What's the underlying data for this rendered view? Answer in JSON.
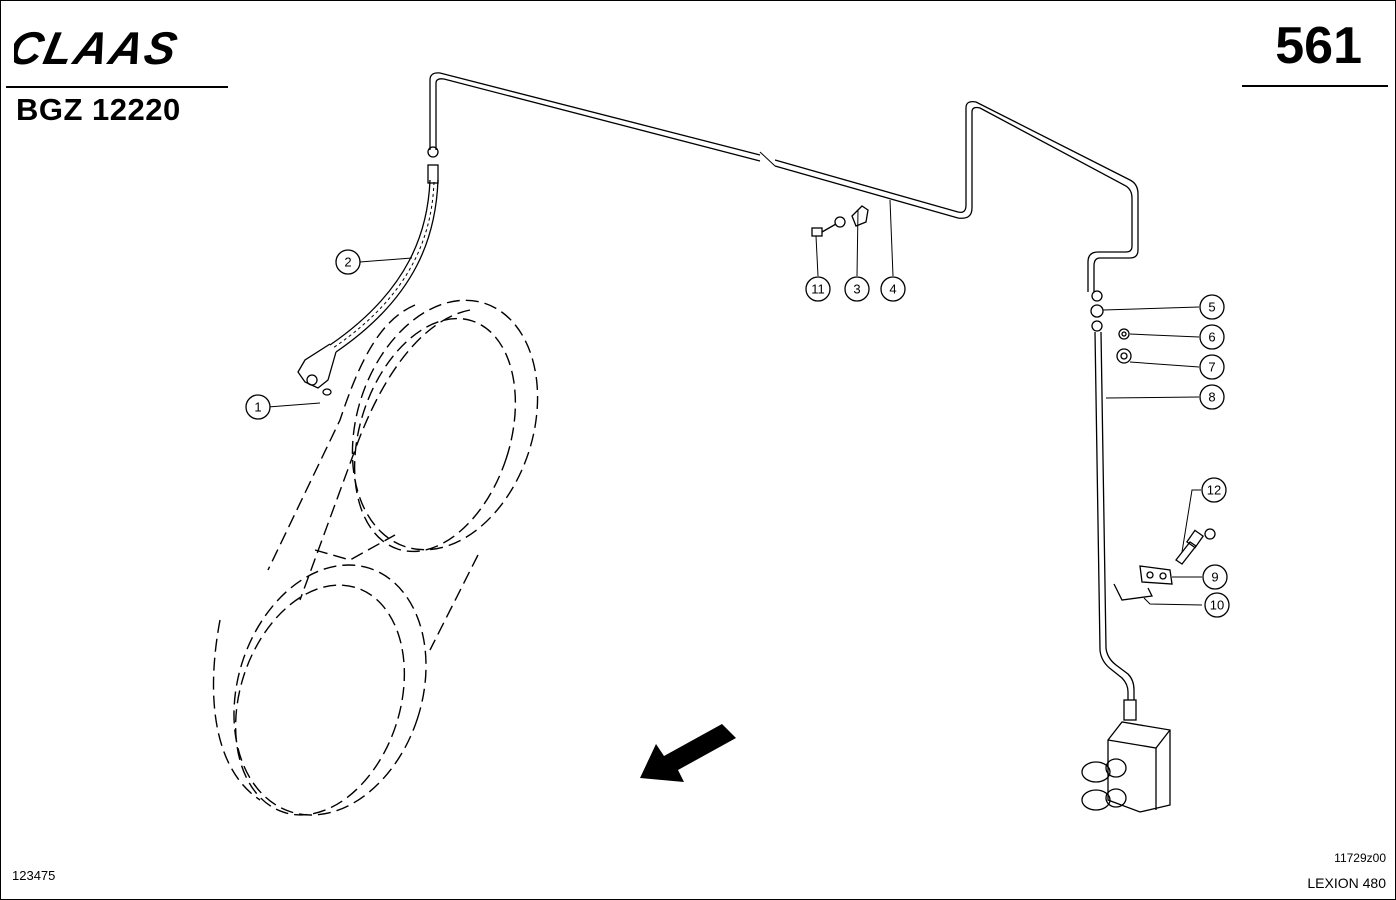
{
  "header": {
    "brand": "CLAAS",
    "doc_code": "BGZ 12220",
    "page_number": "561"
  },
  "footer": {
    "reference_left": "123475",
    "reference_right": "11729z00",
    "model": "LEXION 480"
  },
  "callouts": [
    "1",
    "2",
    "3",
    "4",
    "5",
    "6",
    "7",
    "8",
    "9",
    "10",
    "11",
    "12"
  ]
}
